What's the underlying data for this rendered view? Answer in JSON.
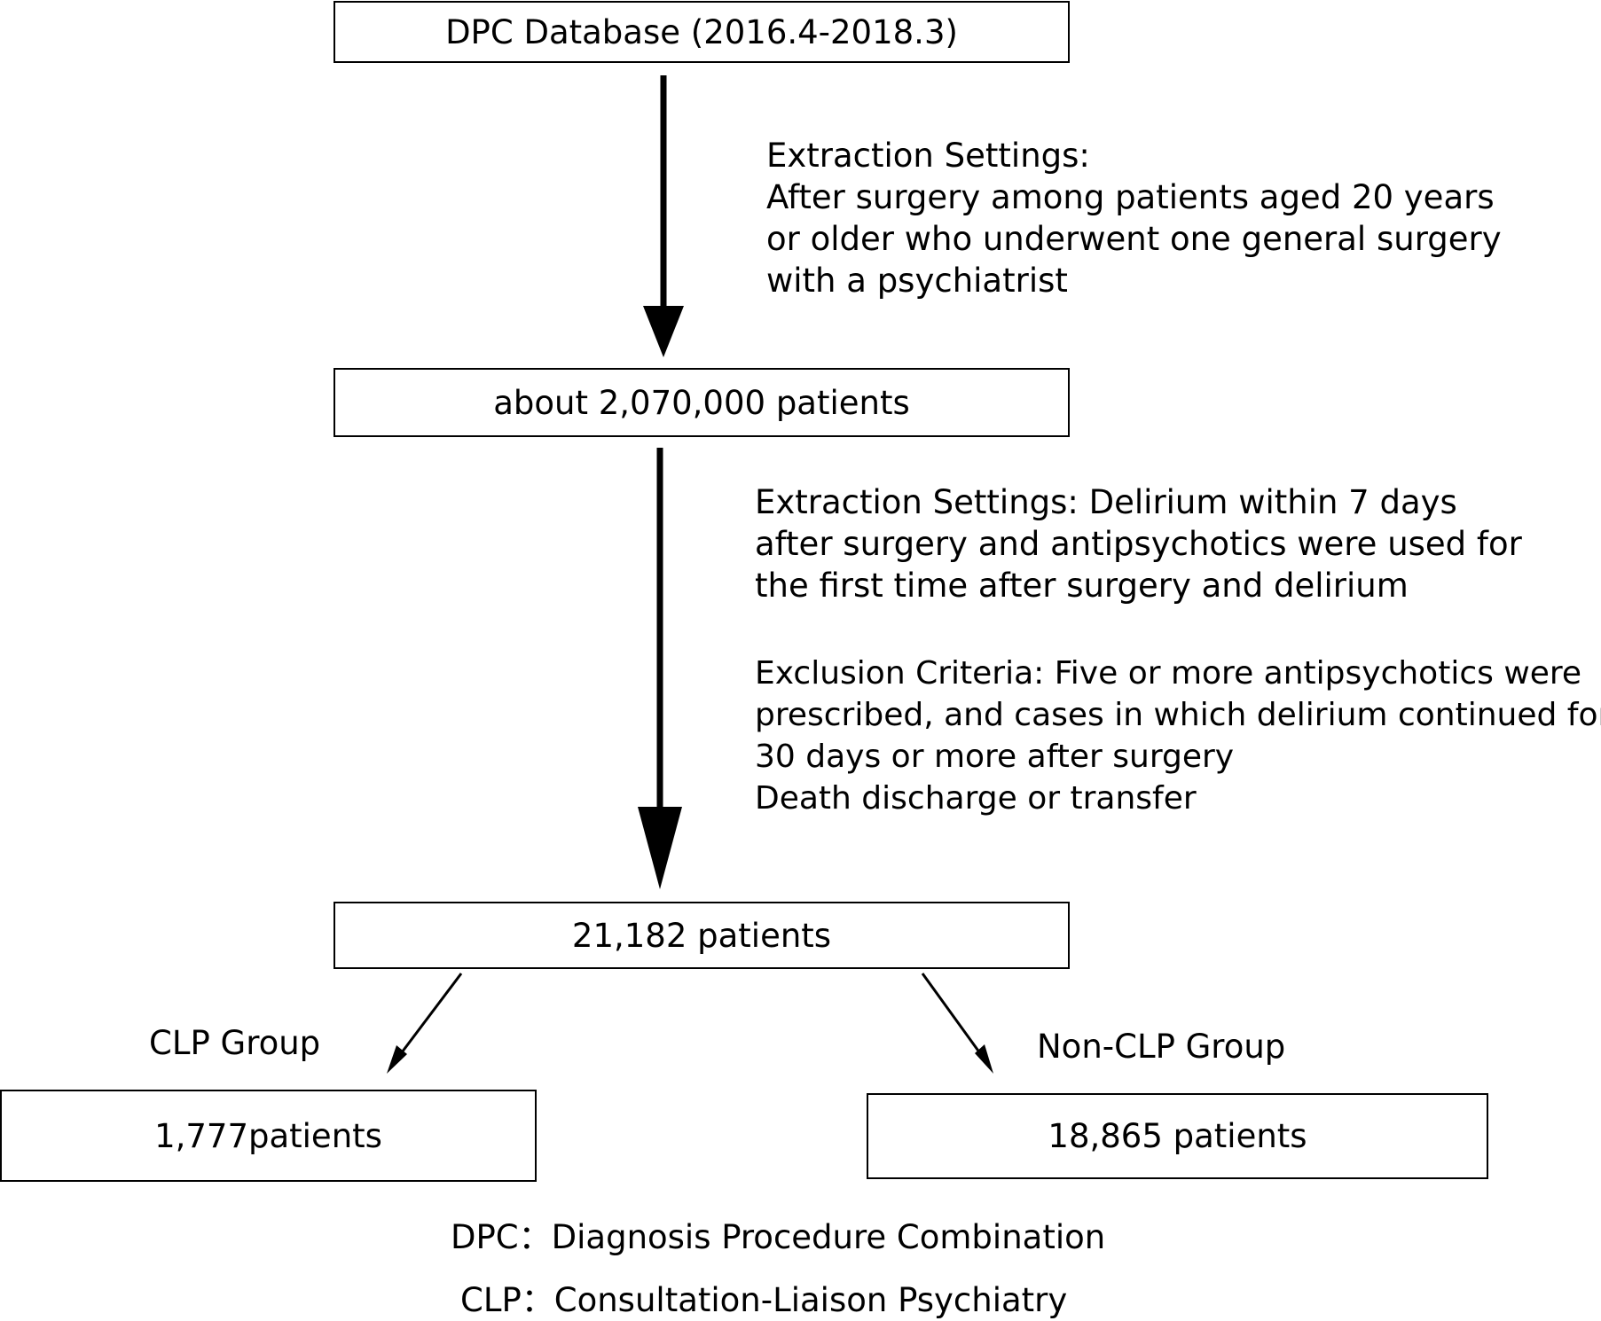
{
  "boxes": {
    "source": "DPC Database (2016.4-2018.3)",
    "step1": "about 2,070,000 patients",
    "step2": "21,182 patients",
    "clp": "1,777patients",
    "nonclp": "18,865 patients"
  },
  "criteria1": {
    "lines": [
      "Extraction Settings:",
      "After surgery among patients aged 20 years",
      "or older who underwent one general surgery",
      "with a psychiatrist"
    ]
  },
  "criteria2": {
    "extraction_lines": [
      "Extraction Settings: Delirium within 7 days",
      "after surgery and antipsychotics were used for",
      "the first time after surgery and delirium"
    ],
    "exclusion_lines": [
      "Exclusion Criteria: Five or more antipsychotics were",
      "prescribed, and cases in which delirium continued for",
      "30 days or more after surgery",
      "Death discharge or transfer"
    ]
  },
  "groups": {
    "clp_label": "CLP Group",
    "nonclp_label": "Non-CLP Group"
  },
  "abbreviations": {
    "dpc": "DPC：Diagnosis Procedure Combination",
    "clp": "CLP：Consultation-Liaison Psychiatry"
  }
}
